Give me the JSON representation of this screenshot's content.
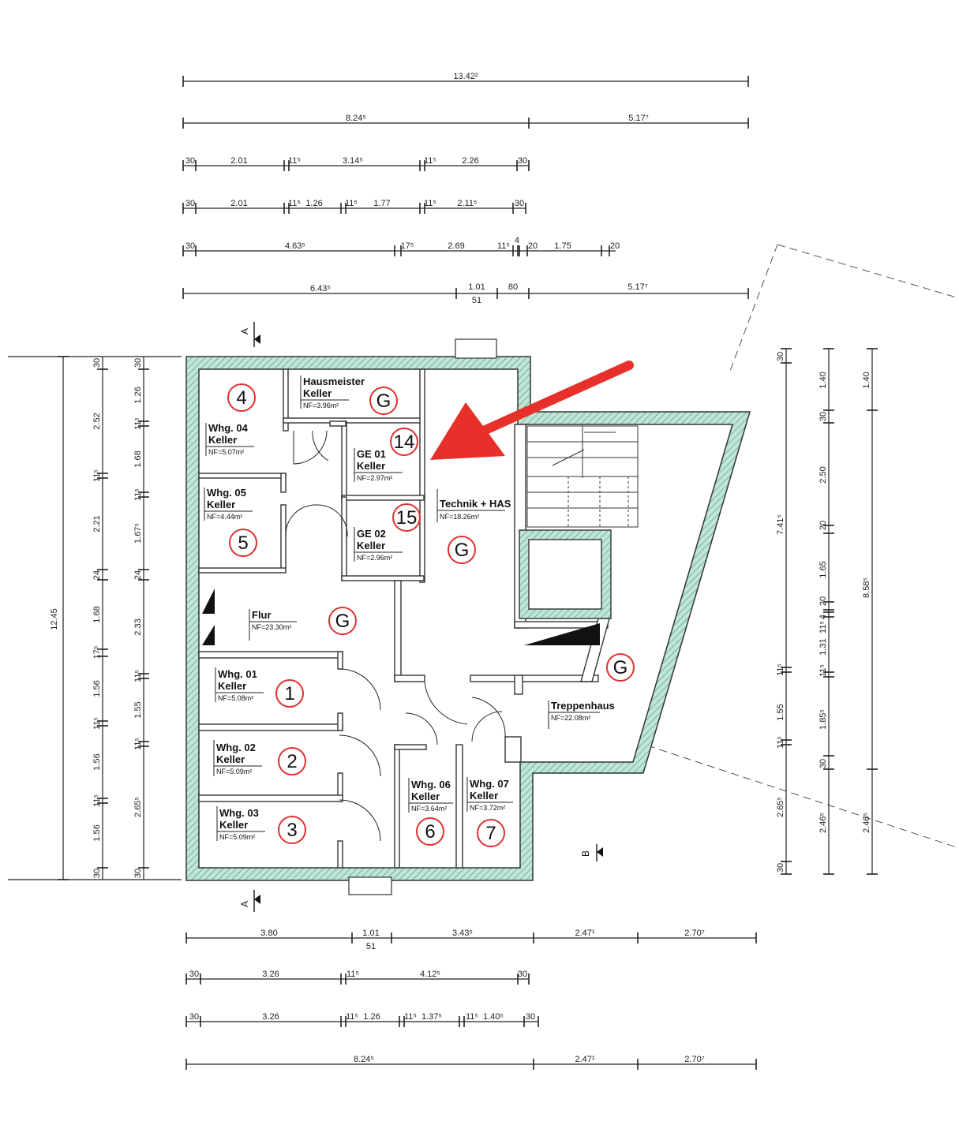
{
  "colors": {
    "wall_fill": "#bfe6d6",
    "wall_stroke": "#333333",
    "marker_ring": "#e03030",
    "arrow": "#e8302a"
  },
  "section_labels": {
    "a": "A",
    "b": "B"
  },
  "top_dims": {
    "d1": [
      "13.42²"
    ],
    "d2": [
      "8.24⁵",
      "5.17⁷"
    ],
    "d3": [
      "30",
      "2.01",
      "11⁵",
      "3.14⁵",
      "11⁵",
      "2.26",
      "30"
    ],
    "d4": [
      "30",
      "2.01",
      "11⁵",
      "1.26",
      "11⁵",
      "1.77",
      "11⁵",
      "2.11⁵",
      "30"
    ],
    "d5": [
      "30",
      "4.63⁵",
      "17⁵",
      "2.69",
      "11⁵",
      "4",
      "20",
      "1.75",
      "20"
    ],
    "d6": [
      "6.43⁵",
      "1.01",
      "51",
      "80",
      "5.17⁷"
    ]
  },
  "bottom_dims": {
    "d1": [
      "3.80",
      "1.01",
      "51",
      "3.43⁵",
      "2.47¹",
      "2.70⁷"
    ],
    "d2": [
      "30",
      "3.26",
      "11⁵",
      "4.12⁵",
      "30"
    ],
    "d3": [
      "30",
      "3.26",
      "11⁵",
      "1.26",
      "11⁵",
      "1.37⁵",
      "11⁵",
      "1.40⁵",
      "30"
    ],
    "d4": [
      "8.24⁵",
      "2.47¹",
      "2.70⁷"
    ]
  },
  "left_dims": {
    "total": "12.45",
    "c2": [
      "30",
      "2.52",
      "11⁵",
      "2.21",
      "24",
      "1.68",
      "17⁵",
      "1.56",
      "11⁵",
      "1.56",
      "11⁵",
      "1.56",
      "30"
    ],
    "c3": [
      "30",
      "1.26",
      "11⁵",
      "1.68",
      "11⁵",
      "1.67⁵",
      "24",
      "2.33",
      "11⁵",
      "1.55",
      "11⁵",
      "2.65⁵",
      "30"
    ]
  },
  "right_dims": {
    "c1": [
      "30",
      "7.41⁵",
      "11⁵",
      "1.55",
      "11⁵",
      "2.65⁵",
      "30"
    ],
    "c2": [
      "1.40",
      "30",
      "2.50",
      "20",
      "1.65",
      "20",
      "4",
      "11⁵",
      "1.31",
      "11⁵",
      "1.85⁵",
      "30",
      "2.46⁵"
    ],
    "c3": [
      "1.40",
      "8.58⁵",
      "2.46⁵"
    ]
  },
  "rooms": [
    {
      "id": "hausmeister",
      "line1": "Hausmeister",
      "line2": "Keller",
      "nf": "NF=3.96m²"
    },
    {
      "id": "whg04",
      "line1": "Whg. 04",
      "line2": "Keller",
      "nf": "NF=5.07m²"
    },
    {
      "id": "ge01",
      "line1": "GE 01",
      "line2": "Keller",
      "nf": "NF=2.97m²"
    },
    {
      "id": "whg05",
      "line1": "Whg. 05",
      "line2": "Keller",
      "nf": "NF=4.44m²"
    },
    {
      "id": "ge02",
      "line1": "GE 02",
      "line2": "Keller",
      "nf": "NF=2.96m²"
    },
    {
      "id": "technik",
      "line1": "Technik + HAS",
      "line2": "",
      "nf": "NF=18.26m²"
    },
    {
      "id": "flur",
      "line1": "Flur",
      "line2": "",
      "nf": "NF=23.30m²"
    },
    {
      "id": "whg01",
      "line1": "Whg. 01",
      "line2": "Keller",
      "nf": "NF=5.08m²"
    },
    {
      "id": "whg02",
      "line1": "Whg. 02",
      "line2": "Keller",
      "nf": "NF=5.09m²"
    },
    {
      "id": "whg03",
      "line1": "Whg. 03",
      "line2": "Keller",
      "nf": "NF=5.09m²"
    },
    {
      "id": "whg06",
      "line1": "Whg. 06",
      "line2": "Keller",
      "nf": "NF=3.64m²"
    },
    {
      "id": "whg07",
      "line1": "Whg. 07",
      "line2": "Keller",
      "nf": "NF=3.72m²"
    },
    {
      "id": "treppenhaus",
      "line1": "Treppenhaus",
      "line2": "",
      "nf": "NF=22.08m²"
    }
  ],
  "markers": [
    {
      "label": "4"
    },
    {
      "label": "G"
    },
    {
      "label": "14"
    },
    {
      "label": "15"
    },
    {
      "label": "5"
    },
    {
      "label": "G"
    },
    {
      "label": "G"
    },
    {
      "label": "G"
    },
    {
      "label": "1"
    },
    {
      "label": "2"
    },
    {
      "label": "3"
    },
    {
      "label": "6"
    },
    {
      "label": "7"
    }
  ]
}
